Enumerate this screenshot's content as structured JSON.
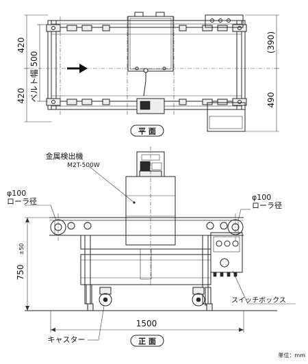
{
  "plan": {
    "dim_left_top": "420",
    "dim_left_bottom": "420",
    "dim_belt_width": "ベルト幅 500",
    "dim_right_top": "(390)",
    "dim_right_bottom": "490",
    "view_label": "平 面"
  },
  "front": {
    "detector_name": "金属検出機",
    "detector_model": "M2T-500W",
    "roller_left_top": "φ100",
    "roller_left_bottom": "ローラ径",
    "roller_right_top": "φ100",
    "roller_right_bottom": "ローラ径",
    "dim_height": "750",
    "dim_tolerance": "±50",
    "dim_length": "1500",
    "switch_box": "スイッチボックス",
    "caster": "キャスター",
    "view_label": "正 面"
  },
  "unit": "単位：mm"
}
